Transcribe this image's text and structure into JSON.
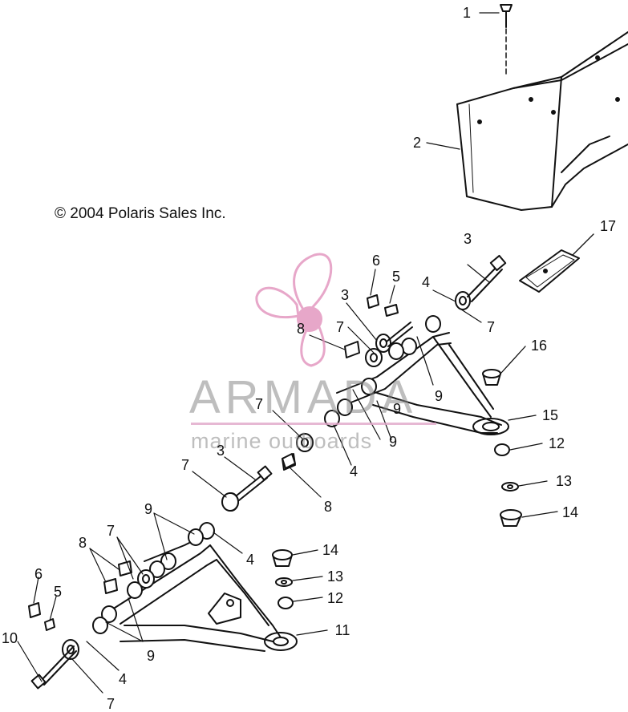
{
  "copyright": "© 2004 Polaris Sales Inc.",
  "watermark": {
    "title": "ARMADA",
    "subtitle": "marine outboards",
    "brand_color": "#e08ab8"
  },
  "callouts": {
    "c1": "1",
    "c2": "2",
    "c3a": "3",
    "c3b": "3",
    "c3c": "3",
    "c4a": "4",
    "c4b": "4",
    "c4c": "4",
    "c4d": "4",
    "c5a": "5",
    "c5b": "5",
    "c6a": "6",
    "c6b": "6",
    "c7a": "7",
    "c7b": "7",
    "c7c": "7",
    "c7d": "7",
    "c7e": "7",
    "c7f": "7",
    "c8a": "8",
    "c8b": "8",
    "c8c": "8",
    "c9a": "9",
    "c9b": "9",
    "c9c": "9",
    "c9d": "9",
    "c9e": "9",
    "c10": "10",
    "c11": "11",
    "c12a": "12",
    "c12b": "12",
    "c13a": "13",
    "c13b": "13",
    "c14a": "14",
    "c14b": "14",
    "c15": "15",
    "c16": "16",
    "c17": "17"
  }
}
